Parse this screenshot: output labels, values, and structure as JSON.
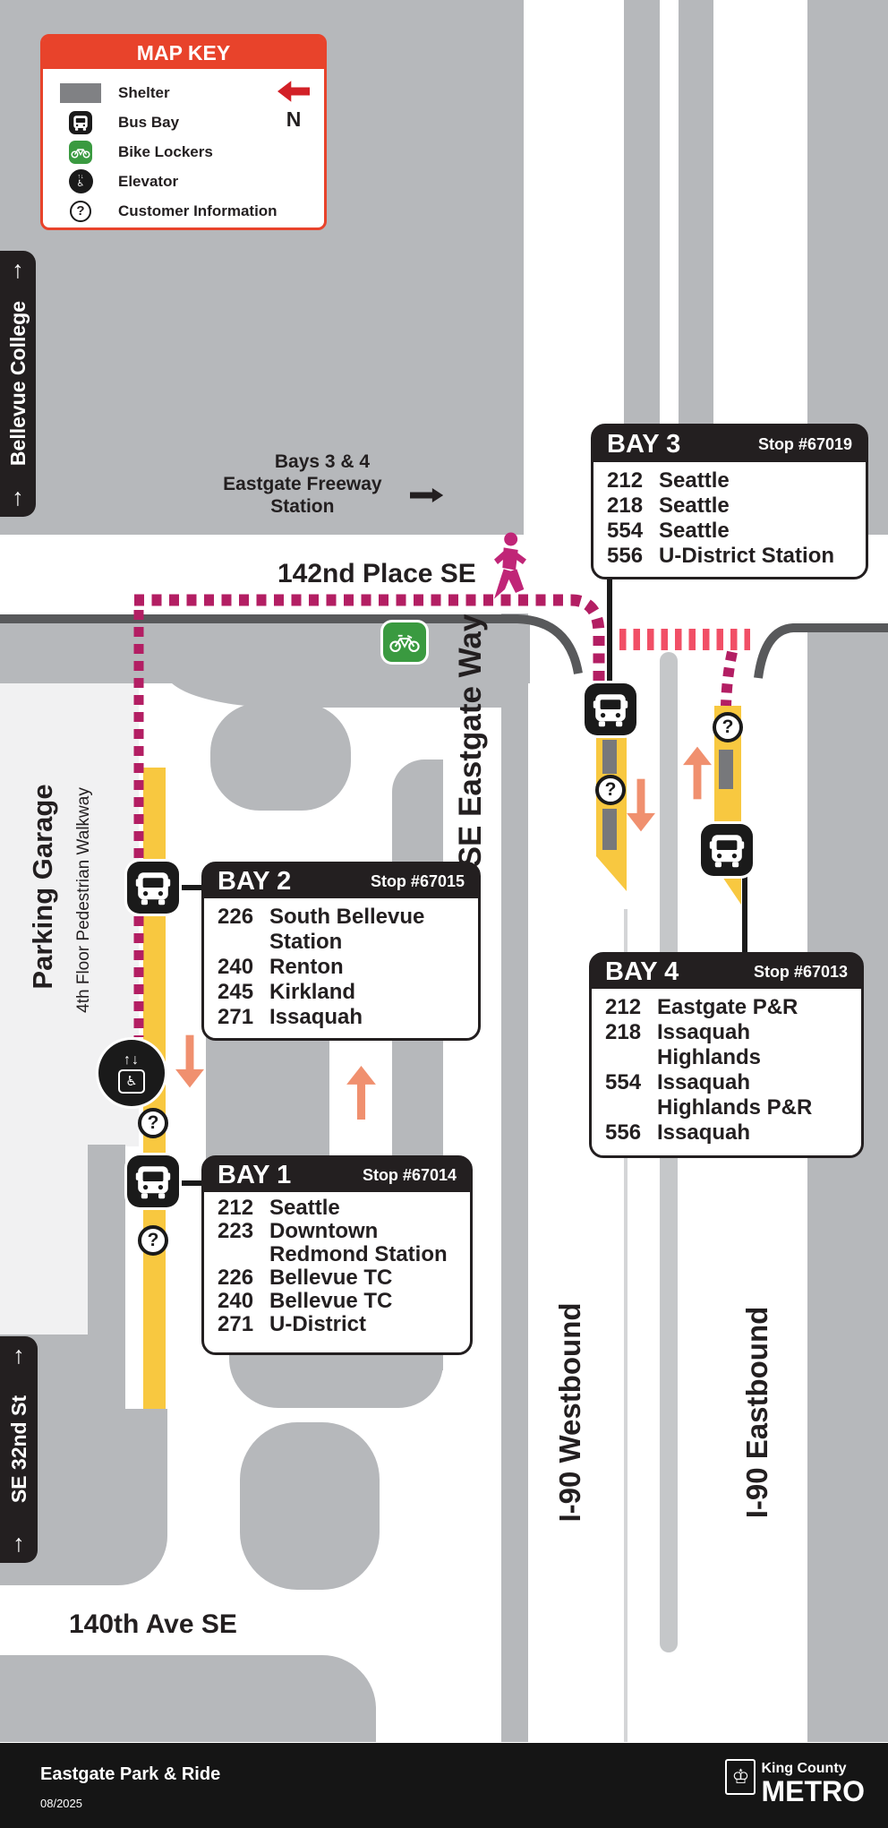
{
  "map_key": {
    "title": "MAP KEY",
    "north_label": "N",
    "items": [
      {
        "icon": "shelter-swatch",
        "label": "Shelter"
      },
      {
        "icon": "bus-bay-icon",
        "label": "Bus Bay"
      },
      {
        "icon": "bike-lockers-icon",
        "label": "Bike Lockers"
      },
      {
        "icon": "elevator-icon",
        "label": "Elevator"
      },
      {
        "icon": "customer-information-icon",
        "label": "Customer Information"
      }
    ]
  },
  "streets": {
    "place_142nd": "142nd Place SE",
    "eastgate_way": "SE Eastgate Way",
    "ave_140th": "140th Ave SE",
    "i90_westbound": "I-90 Westbound",
    "i90_eastbound": "I-90 Eastbound"
  },
  "tabs": {
    "bellevue_college": "Bellevue College",
    "se_32nd": "SE 32nd St"
  },
  "labels": {
    "bays34_line1": "Bays 3 & 4",
    "bays34_line2": "Eastgate Freeway Station",
    "parking_garage": "Parking Garage",
    "pedestrian_walkway": "4th Floor Pedestrian Walkway"
  },
  "bays": [
    {
      "title": "BAY 1",
      "stop": "Stop #67014",
      "routes": [
        {
          "num": "212",
          "dest": "Seattle"
        },
        {
          "num": "223",
          "dest": "Downtown\nRedmond Station"
        },
        {
          "num": "226",
          "dest": "Bellevue TC"
        },
        {
          "num": "240",
          "dest": "Bellevue TC"
        },
        {
          "num": "271",
          "dest": "U-District"
        }
      ]
    },
    {
      "title": "BAY 2",
      "stop": "Stop #67015",
      "routes": [
        {
          "num": "226",
          "dest": "South Bellevue\nStation"
        },
        {
          "num": "240",
          "dest": "Renton"
        },
        {
          "num": "245",
          "dest": "Kirkland"
        },
        {
          "num": "271",
          "dest": "Issaquah"
        }
      ]
    },
    {
      "title": "BAY 3",
      "stop": "Stop #67019",
      "routes": [
        {
          "num": "212",
          "dest": "Seattle"
        },
        {
          "num": "218",
          "dest": "Seattle"
        },
        {
          "num": "554",
          "dest": "Seattle"
        },
        {
          "num": "556",
          "dest": "U-District Station"
        }
      ]
    },
    {
      "title": "BAY 4",
      "stop": "Stop #67013",
      "routes": [
        {
          "num": "212",
          "dest": "Eastgate P&R"
        },
        {
          "num": "218",
          "dest": "Issaquah\nHighlands"
        },
        {
          "num": "554",
          "dest": "Issaquah\nHighlands P&R"
        },
        {
          "num": "556",
          "dest": "Issaquah"
        }
      ]
    }
  ],
  "glyphs": {
    "up_arrow": "↑",
    "question": "?",
    "elev_arrows": "↑↓",
    "wheelchair": "♿",
    "crown": "♔"
  },
  "footer": {
    "title": "Eastgate Park & Ride",
    "date": "08/2025",
    "agency": "King County",
    "brand": "METRO"
  },
  "colors": {
    "map_gray": "#b6b8bb",
    "garage_light": "#f1f1f2",
    "dark_road_edge": "#58595b",
    "platform_yellow": "#f8c840",
    "walkway_magenta": "#b31e63",
    "crosswalk_pink": "#f14f66",
    "arrow_salmon": "#f0906f",
    "key_red": "#e8432b",
    "north_red": "#d22027",
    "bike_green": "#3a9a40",
    "ink_black": "#231f20"
  }
}
